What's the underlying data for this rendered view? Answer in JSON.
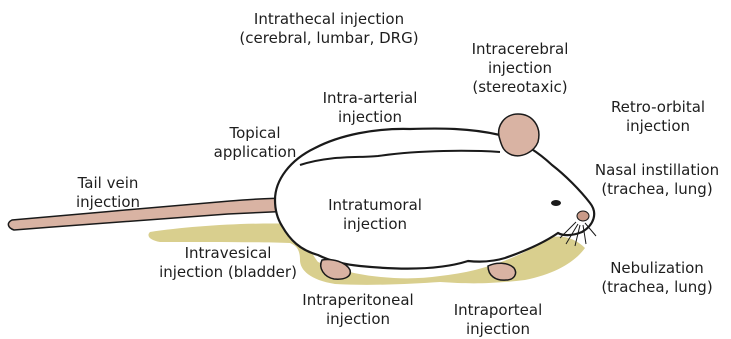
{
  "colors": {
    "body_fill": "#ffffff",
    "outline": "#1a1a1a",
    "pink": "#d9b3a3",
    "pink_dark": "#c99a88",
    "shadow_green": "#d9cf8e",
    "text": "#1e1e1e"
  },
  "labels": {
    "intrathecal": {
      "line1": "Intrathecal injection",
      "line2": "(cerebral, lumbar, DRG)"
    },
    "intracerebral": {
      "line1": "Intracerebral",
      "line2": "injection",
      "line3": "(stereotaxic)"
    },
    "intra_arterial": {
      "line1": "Intra-arterial",
      "line2": "injection"
    },
    "retro_orbital": {
      "line1": "Retro-orbital",
      "line2": "injection"
    },
    "topical": {
      "line1": "Topical",
      "line2": "application"
    },
    "nasal": {
      "line1": "Nasal instillation",
      "line2": "(trachea, lung)"
    },
    "tail_vein": {
      "line1": "Tail vein",
      "line2": "injection"
    },
    "intratumoral": {
      "line1": "Intratumoral",
      "line2": "injection"
    },
    "intravesical": {
      "line1": "Intravesical",
      "line2": "injection (bladder)"
    },
    "nebulization": {
      "line1": "Nebulization",
      "line2": "(trachea, lung)"
    },
    "intraperitoneal": {
      "line1": "Intraperitoneal",
      "line2": "injection"
    },
    "intraporteal": {
      "line1": "Intraporteal",
      "line2": "injection"
    }
  }
}
